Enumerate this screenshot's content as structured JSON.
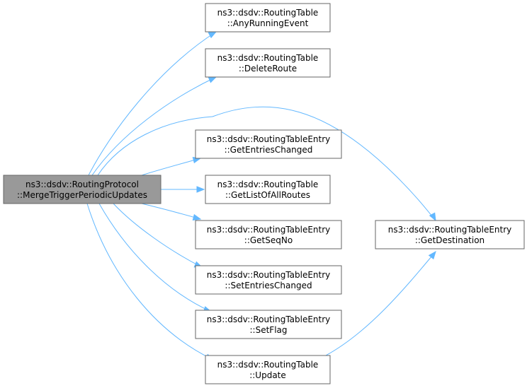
{
  "graph": {
    "edge_color": "#63b8ff",
    "root_fill": "#999999",
    "node_fill": "#ffffff",
    "node_stroke": "#666666",
    "nodes": [
      {
        "id": "root",
        "line1": "ns3::dsdv::RoutingProtocol",
        "line2": "::MergeTriggerPeriodicUpdates"
      },
      {
        "id": "any-running-event",
        "line1": "ns3::dsdv::RoutingTable",
        "line2": "::AnyRunningEvent"
      },
      {
        "id": "delete-route",
        "line1": "ns3::dsdv::RoutingTable",
        "line2": "::DeleteRoute"
      },
      {
        "id": "get-entries-changed",
        "line1": "ns3::dsdv::RoutingTableEntry",
        "line2": "::GetEntriesChanged"
      },
      {
        "id": "get-list-of-all-routes",
        "line1": "ns3::dsdv::RoutingTable",
        "line2": "::GetListOfAllRoutes"
      },
      {
        "id": "get-seq-no",
        "line1": "ns3::dsdv::RoutingTableEntry",
        "line2": "::GetSeqNo"
      },
      {
        "id": "set-entries-changed",
        "line1": "ns3::dsdv::RoutingTableEntry",
        "line2": "::SetEntriesChanged"
      },
      {
        "id": "set-flag",
        "line1": "ns3::dsdv::RoutingTableEntry",
        "line2": "::SetFlag"
      },
      {
        "id": "update",
        "line1": "ns3::dsdv::RoutingTable",
        "line2": "::Update"
      },
      {
        "id": "get-destination",
        "line1": "ns3::dsdv::RoutingTableEntry",
        "line2": "::GetDestination"
      }
    ],
    "edges": [
      {
        "from": "root",
        "to": "any-running-event"
      },
      {
        "from": "root",
        "to": "delete-route"
      },
      {
        "from": "root",
        "to": "get-destination"
      },
      {
        "from": "root",
        "to": "get-entries-changed"
      },
      {
        "from": "root",
        "to": "get-list-of-all-routes"
      },
      {
        "from": "root",
        "to": "get-seq-no"
      },
      {
        "from": "root",
        "to": "set-entries-changed"
      },
      {
        "from": "root",
        "to": "set-flag"
      },
      {
        "from": "root",
        "to": "update"
      },
      {
        "from": "update",
        "to": "get-destination"
      }
    ]
  }
}
